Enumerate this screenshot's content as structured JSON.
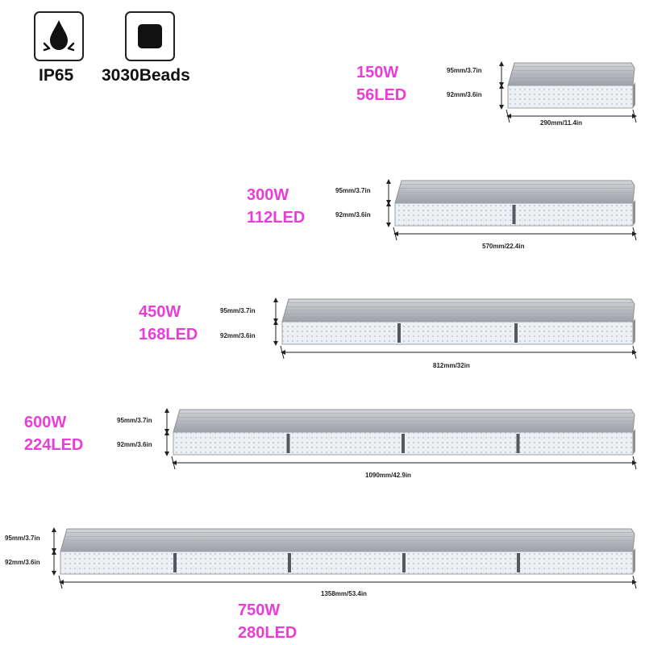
{
  "badges": {
    "ip": {
      "label": "IP65",
      "icon": "water-drop-icon"
    },
    "beads": {
      "label": "3030Beads",
      "icon": "led-chip-icon"
    }
  },
  "colors": {
    "accent": "#e83ed6",
    "housing": "#b9bcc0",
    "panel": "#eef1f4"
  },
  "fixtures": [
    {
      "power": "150W",
      "leds": "56LED",
      "height_top": "95mm/3.7in",
      "height_bottom": "92mm/3.6in",
      "length": "290mm/11.4in",
      "modules": 1
    },
    {
      "power": "300W",
      "leds": "112LED",
      "height_top": "95mm/3.7in",
      "height_bottom": "92mm/3.6in",
      "length": "570mm/22.4in",
      "modules": 2
    },
    {
      "power": "450W",
      "leds": "168LED",
      "height_top": "95mm/3.7in",
      "height_bottom": "92mm/3.6in",
      "length": "812mm/32in",
      "modules": 3
    },
    {
      "power": "600W",
      "leds": "224LED",
      "height_top": "95mm/3.7in",
      "height_bottom": "92mm/3.6in",
      "length": "1090mm/42.9in",
      "modules": 4
    },
    {
      "power": "750W",
      "leds": "280LED",
      "height_top": "95mm/3.7in",
      "height_bottom": "92mm/3.6in",
      "length": "1358mm/53.4in",
      "modules": 5
    }
  ]
}
